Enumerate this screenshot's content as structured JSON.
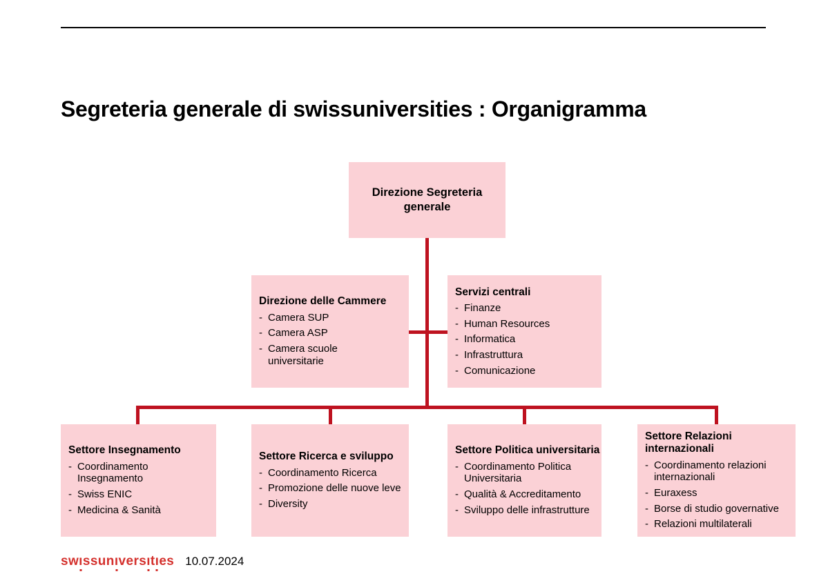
{
  "slide": {
    "title": "Segreteria generale di swissuniversities : Organigramma"
  },
  "chart": {
    "root": {
      "title": "Direzione Segreteria generale"
    },
    "level2": [
      {
        "title": "Direzione delle Cammere",
        "items": [
          "Camera SUP",
          "Camera ASP",
          "Camera scuole universitarie"
        ]
      },
      {
        "title": "Servizi centrali",
        "items": [
          "Finanze",
          "Human Resources",
          "Informatica",
          "Infrastruttura",
          "Comunicazione"
        ]
      }
    ],
    "level3": [
      {
        "title": "Settore Insegnamento",
        "items": [
          "Coordinamento Insegnamento",
          "Swiss ENIC",
          "Medicina & Sanità"
        ]
      },
      {
        "title": "Settore Ricerca e sviluppo",
        "items": [
          "Coordinamento Ricerca",
          "Promozione delle nuove leve",
          "Diversity"
        ]
      },
      {
        "title": "Settore Politica universitaria",
        "items": [
          "Coordinamento Politica Universitaria",
          "Qualità & Accreditamento",
          "Sviluppo delle infrastrutture"
        ]
      },
      {
        "title": "Settore Relazioni internazionali",
        "items": [
          "Coordinamento relazioni internazionali",
          "Euraxess",
          "Borse di studio governative",
          "Relazioni multilaterali"
        ]
      }
    ]
  },
  "footer": {
    "logo_text": "swissuniversities",
    "date": "10.07.2024"
  },
  "colors": {
    "box_fill": "#FBD1D6",
    "connector_red": "#BE1220",
    "logo_red": "#D4312D",
    "text_black": "#000000"
  }
}
